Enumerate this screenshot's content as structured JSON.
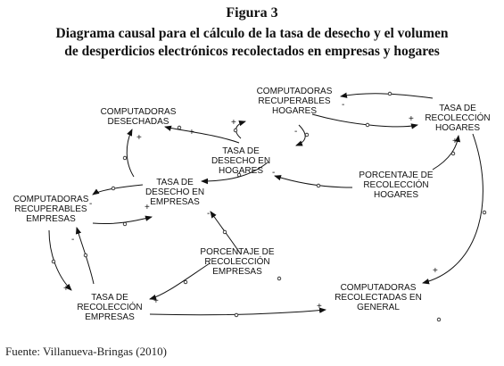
{
  "figure": {
    "number": "Figura 3",
    "title_line1": "Diagrama causal para el cálculo de la tasa de desecho y el volumen",
    "title_line2": "de desperdicios electrónicos recolectados en empresas y hogares",
    "source": "Fuente: Villanueva-Bringas (2010)"
  },
  "nodes": {
    "computadoras_desechadas": [
      "COMPUTADORAS",
      "DESECHADAS"
    ],
    "computadoras_recuperables_hogares": [
      "COMPUTADORAS",
      "RECUPERABLES",
      "HOGARES"
    ],
    "tasa_recoleccion_hogares": [
      "TASA DE",
      "RECOLECCIÓN",
      "HOGARES"
    ],
    "tasa_desecho_hogares": [
      "TASA DE",
      "DESECHO EN",
      "HOGARES"
    ],
    "porcentaje_recoleccion_hogares": [
      "PORCENTAJE DE",
      "RECOLECCIÓN",
      "HOGARES"
    ],
    "tasa_desecho_empresas": [
      "TASA DE",
      "DESECHO EN",
      "EMPRESAS"
    ],
    "computadoras_recuperables_empresas": [
      "COMPUTADORAS",
      "RECUPERABLES",
      "EMPRESAS"
    ],
    "porcentaje_recoleccion_empresas": [
      "PORCENTAJE DE",
      "RECOLECCIÓN",
      "EMPRESAS"
    ],
    "tasa_recoleccion_empresas": [
      "TASA DE",
      "RECOLECCIÓN",
      "EMPRESAS"
    ],
    "computadoras_recolectadas_general": [
      "COMPUTADORAS",
      "RECOLECTADAS EN",
      "GENERAL"
    ]
  },
  "signs": {
    "plus": "+",
    "minus": "-"
  }
}
